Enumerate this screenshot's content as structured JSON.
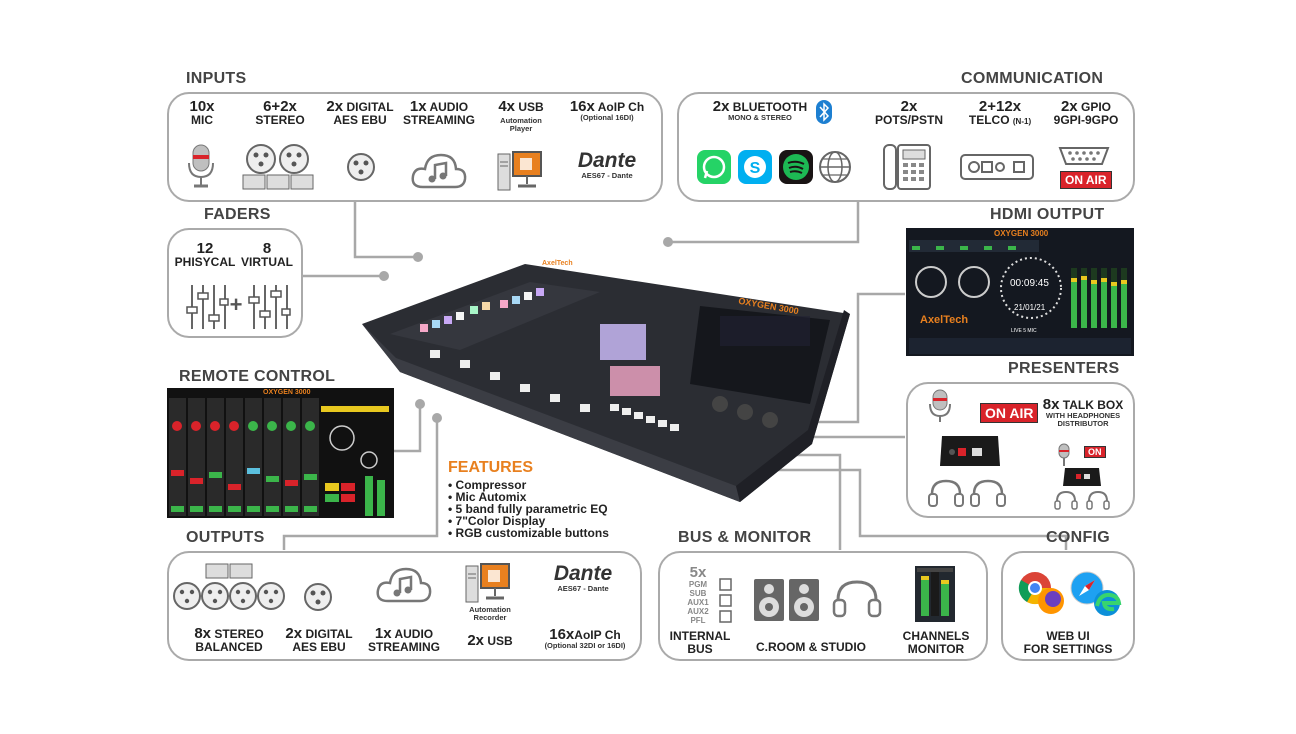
{
  "colors": {
    "accent": "#e8801f",
    "onair": "#d9232a",
    "line": "#a8a8a8",
    "box_border": "#aaaaaa"
  },
  "inputs": {
    "title": "INPUTS",
    "items": [
      {
        "count": "10x",
        "name": "MIC",
        "icon": "microphone-icon"
      },
      {
        "count": "6+2x",
        "name": "STEREO",
        "icon": "xlr-ethernet-icon"
      },
      {
        "count": "2x",
        "name": "DIGITAL",
        "name2": "AES EBU",
        "icon": "xlr-icon"
      },
      {
        "count": "1x",
        "name": "AUDIO",
        "name2": "STREAMING",
        "icon": "cloud-music-icon"
      },
      {
        "count": "4x",
        "name": "USB",
        "sub": "Automation",
        "sub2": "Player",
        "icon": "computer-icon"
      },
      {
        "count": "16x",
        "name": "AoIP Ch",
        "sub": "(Optional 16DI)",
        "icon": "dante-logo",
        "logo": "Dante",
        "logo_sub": "AES67 - Dante"
      }
    ]
  },
  "communication": {
    "title": "COMMUNICATION",
    "items": [
      {
        "count": "2x",
        "name": "BLUETOOTH",
        "sub": "MONO & STEREO",
        "icon": "bluetooth-icon"
      },
      {
        "count": "2x",
        "name": "POTS/PSTN",
        "icon": "phone-icon"
      },
      {
        "count": "2+12x",
        "name": "TELCO",
        "small": "(N-1)",
        "icon": "telco-icon"
      },
      {
        "count": "2x",
        "name": "GPIO",
        "name2": "9GPI-9GPO",
        "icon": "gpio-icon",
        "onair": "ON AIR"
      }
    ]
  },
  "faders": {
    "title": "FADERS",
    "physical_count": "12",
    "physical_label": "PHISYCAL",
    "virtual_count": "8",
    "virtual_label": "VIRTUAL",
    "plus": "+"
  },
  "hdmi": {
    "title": "HDMI OUTPUT",
    "clock": "00:09:45",
    "date": "21/01/21",
    "brand": "AxelTech",
    "product": "OXYGEN 3000",
    "footer_text": "LIVE 5 MIC"
  },
  "remote": {
    "title": "REMOTE CONTROL",
    "product": "OXYGEN 3000"
  },
  "presenters": {
    "title": "PRESENTERS",
    "onair": "ON AIR",
    "onair_small": "ON",
    "count": "8x",
    "name": "TALK BOX",
    "sub": "WITH HEADPHONES",
    "sub2": "DISTRIBUTOR"
  },
  "features": {
    "title": "FEATURES",
    "items": [
      "Compressor",
      "Mic Automix",
      "5 band fully parametric EQ",
      "7\"Color Display",
      "RGB customizable buttons"
    ]
  },
  "outputs": {
    "title": "OUTPUTS",
    "items": [
      {
        "count": "8x",
        "name": "STEREO",
        "name2": "BALANCED",
        "icon": "xlr-ethernet-icon"
      },
      {
        "count": "2x",
        "name": "DIGITAL",
        "name2": "AES EBU",
        "icon": "xlr-icon"
      },
      {
        "count": "1x",
        "name": "AUDIO",
        "name2": "STREAMING",
        "icon": "cloud-music-icon"
      },
      {
        "count": "2x",
        "name": "USB",
        "sub": "Automation",
        "sub2": "Recorder",
        "icon": "computer-icon"
      },
      {
        "count": "16x",
        "name": "AoIP Ch",
        "sub": "(Optional 32DI or 16DI)",
        "icon": "dante-logo",
        "logo": "Dante",
        "logo_sub": "AES67 - Dante"
      }
    ]
  },
  "bus": {
    "title": "BUS & MONITOR",
    "count": "5x",
    "bus_list": [
      "PGM",
      "SUB",
      "AUX1",
      "AUX2",
      "PFL"
    ],
    "internal": "INTERNAL",
    "internal2": "BUS",
    "croom": "C.ROOM & STUDIO",
    "channels": "CHANNELS",
    "channels2": "MONITOR"
  },
  "config": {
    "title": "CONFIG",
    "name": "WEB UI",
    "name2": "FOR SETTINGS"
  },
  "console": {
    "brand": "AxelTech",
    "product": "OXYGEN 3000"
  }
}
